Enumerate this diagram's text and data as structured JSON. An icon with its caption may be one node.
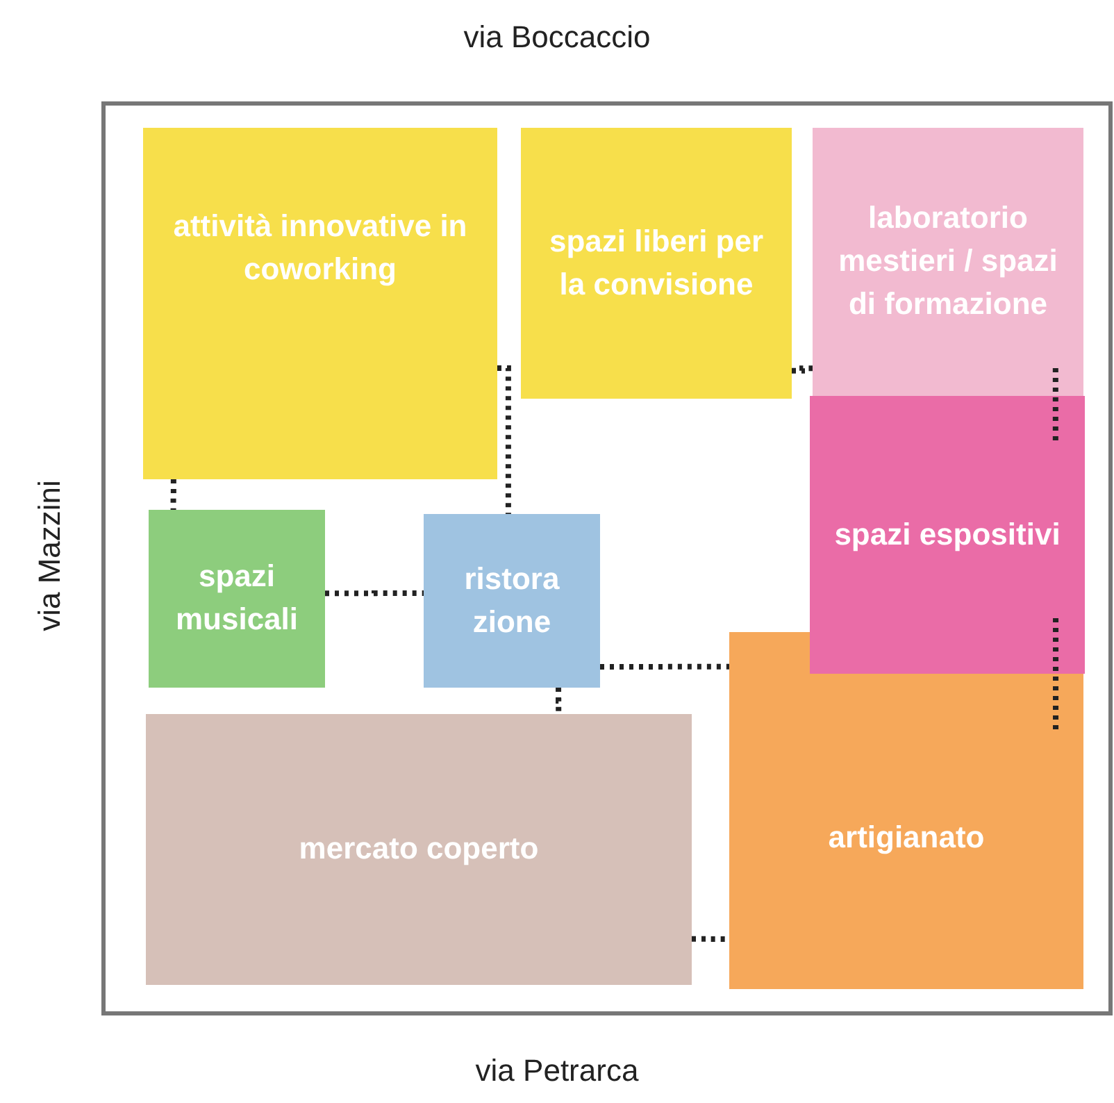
{
  "diagram": {
    "nodes": [
      {
        "text": [
          "attività innovative in coworking"
        ]
      },
      {
        "text": [
          "spazi liberi per la convisione"
        ]
      },
      {
        "text": [
          "laboratorio mestieri / spazi di formazione"
        ]
      },
      {
        "text": [
          "spazi musicali"
        ]
      },
      {
        "text": [
          "ristora zione"
        ]
      },
      {
        "text": [
          "spazi espositivi"
        ]
      },
      {
        "text": [
          "mercato coperto"
        ]
      },
      {
        "text": [
          "artigianato"
        ]
      }
    ],
    "edges": [
      {
        "from": 0,
        "to": 4,
        "arrow": "none",
        "style": "dashed"
      },
      {
        "from": 0,
        "to": 3,
        "arrow": "none",
        "style": "dashed"
      },
      {
        "from": 3,
        "to": 4,
        "arrow": "none",
        "style": "dashed"
      },
      {
        "from": 1,
        "to": 2,
        "arrow": "none",
        "style": "dashed"
      },
      {
        "from": 2,
        "to": 5,
        "arrow": "none",
        "style": "dashed"
      },
      {
        "from": 4,
        "to": 7,
        "arrow": "none",
        "style": "dashed"
      },
      {
        "from": 4,
        "to": 6,
        "arrow": "none",
        "style": "dashed"
      },
      {
        "from": 5,
        "to": 7,
        "arrow": "none",
        "style": "dashed"
      },
      {
        "from": 6,
        "to": 7,
        "arrow": "none",
        "style": "dashed"
      }
    ],
    "labels": [
      "via Boccaccio",
      "via Mazzini",
      "via Petrarca"
    ]
  }
}
